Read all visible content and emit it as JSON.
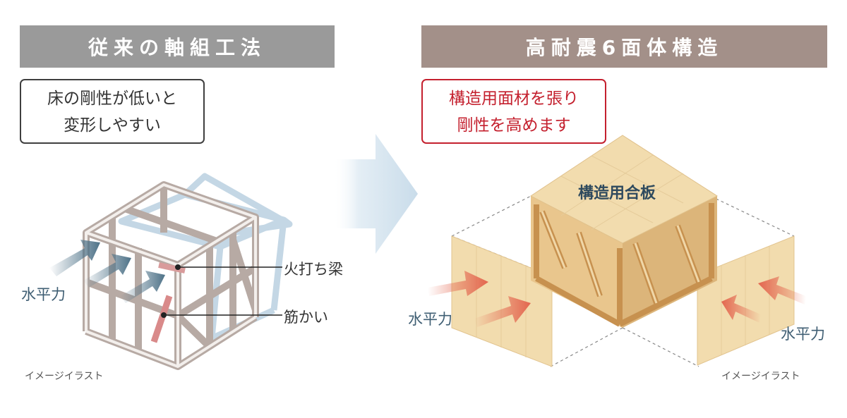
{
  "left": {
    "header": "従来の軸組工法",
    "note_lines": [
      "床の剛性が低いと",
      "変形しやすい"
    ],
    "label_beam": "火打ち梁",
    "label_brace": "筋かい",
    "label_force": "水平力",
    "caption": "イメージイラスト"
  },
  "right": {
    "header": "高耐震6面体構造",
    "note_lines": [
      "構造用面材を張り",
      "剛性を高めます"
    ],
    "label_plywood": "構造用合板",
    "label_force_left": "水平力",
    "label_force_right": "水平力",
    "caption": "イメージイラスト"
  },
  "colors": {
    "left_header": "#9a9a9a",
    "right_header": "#a39089",
    "note_red": "#c4202e",
    "force_blue": "#3f5e73",
    "plywood": "#f2dcae",
    "red_arrow": "#e3664f",
    "blue_arrow": "#4e7288"
  }
}
